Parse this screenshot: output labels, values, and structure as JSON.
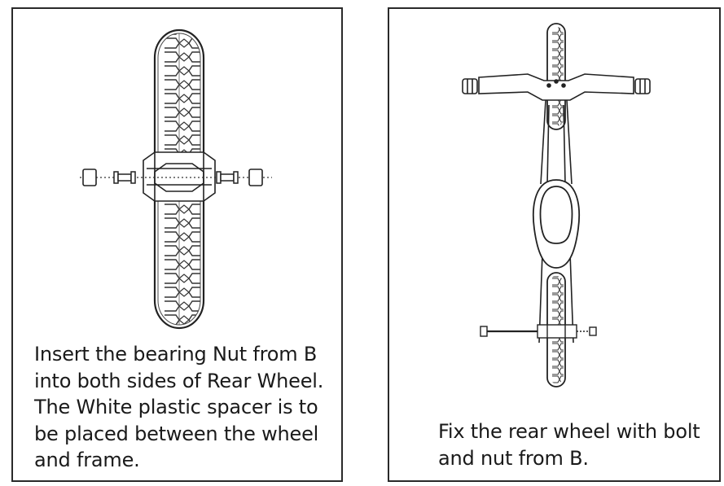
{
  "left_panel": {
    "caption_lines": [
      "Insert the bearing Nut from B",
      "into both sides of Rear Wheel.",
      "The White plastic spacer is to",
      "be placed between the wheel",
      "and frame."
    ]
  },
  "right_panel": {
    "caption_lines": [
      "Fix the rear wheel with bolt",
      "and nut from B."
    ]
  }
}
